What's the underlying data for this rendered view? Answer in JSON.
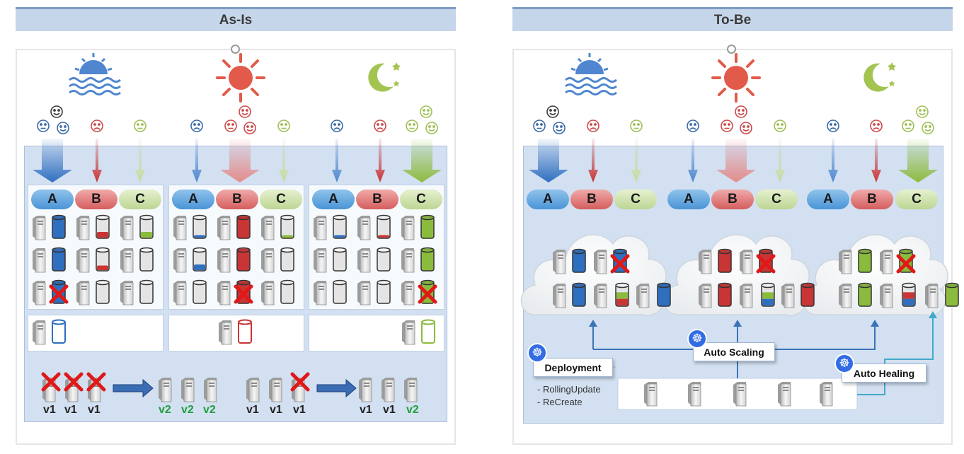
{
  "as_is": {
    "title": "As-Is",
    "groups": [
      {
        "pills": [
          "A",
          "B",
          "C"
        ]
      },
      {
        "pills": [
          "A",
          "B",
          "C"
        ]
      },
      {
        "pills": [
          "A",
          "B",
          "C"
        ]
      }
    ],
    "rollout": {
      "left_before": [
        "v1",
        "v1",
        "v1"
      ],
      "left_after": [
        "v2",
        "v2",
        "v2"
      ],
      "right_before": [
        "v1",
        "v1",
        "v1"
      ],
      "right_after": [
        "v1",
        "v1",
        "v2"
      ]
    }
  },
  "to_be": {
    "title": "To-Be",
    "groups": [
      {
        "pills": [
          "A",
          "B",
          "C"
        ]
      },
      {
        "pills": [
          "A",
          "B",
          "C"
        ]
      },
      {
        "pills": [
          "A",
          "B",
          "C"
        ]
      }
    ],
    "deployment_label": "Deployment",
    "strategies": [
      "- RollingUpdate",
      "- ReCreate"
    ],
    "auto_scaling_label": "Auto Scaling",
    "auto_healing_label": "Auto Healing"
  },
  "icons": [
    "sunrise-icon",
    "sun-icon",
    "moon-icon",
    "smiley-face-icon",
    "server-icon",
    "database-icon",
    "x-mark-icon",
    "kubernetes-icon",
    "cloud-icon"
  ],
  "colors": {
    "blue": "#2f6fc0",
    "red": "#c93434",
    "green": "#8bbb3d",
    "gray": "#dcdcdc",
    "header": "#c6d6ea",
    "panel": "#d2e0f1",
    "k8s": "#326ce5"
  }
}
